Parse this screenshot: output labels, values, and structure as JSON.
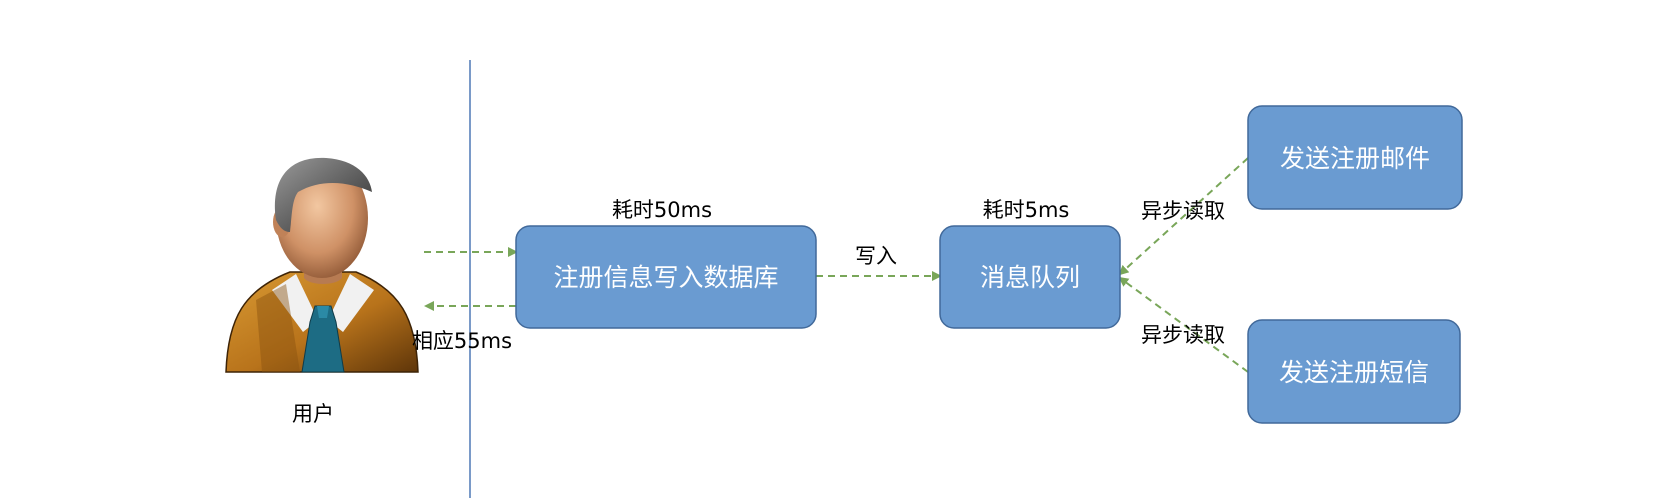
{
  "user": {
    "label": "用户"
  },
  "nodes": {
    "db_write": "注册信息写入数据库",
    "queue": "消息队列",
    "email": "发送注册邮件",
    "sms": "发送注册短信"
  },
  "labels": {
    "db_time": "耗时50ms",
    "queue_time": "耗时5ms",
    "response_time": "相应55ms",
    "write": "写入",
    "async_read_email": "异步读取",
    "async_read_sms": "异步读取"
  },
  "colors": {
    "node_fill": "#6a9bd1",
    "node_stroke": "#41699a",
    "edge": "#79a659",
    "divider": "#4f78b5"
  }
}
